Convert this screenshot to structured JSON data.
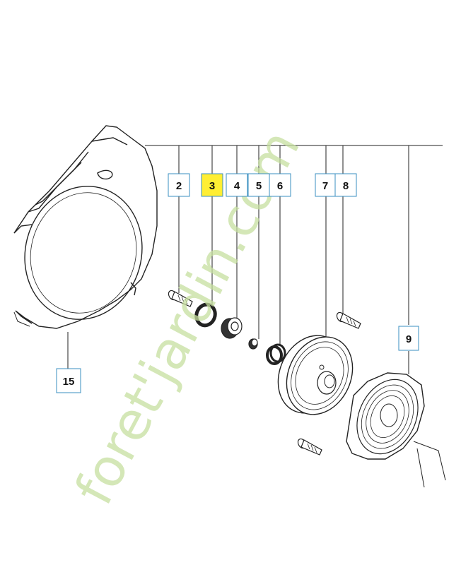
{
  "watermark": {
    "text": "foret'jardin.com",
    "color": "#c6df9f"
  },
  "colors": {
    "callout_border": "#3a8fc0",
    "highlight_fill": "#ffee33",
    "line": "#222222"
  },
  "callouts": [
    {
      "id": "2",
      "label": "2",
      "highlighted": false
    },
    {
      "id": "3",
      "label": "3",
      "highlighted": true
    },
    {
      "id": "4",
      "label": "4",
      "highlighted": false
    },
    {
      "id": "5",
      "label": "5",
      "highlighted": false
    },
    {
      "id": "6",
      "label": "6",
      "highlighted": false
    },
    {
      "id": "7",
      "label": "7",
      "highlighted": false
    },
    {
      "id": "8",
      "label": "8",
      "highlighted": false
    },
    {
      "id": "9",
      "label": "9",
      "highlighted": false
    },
    {
      "id": "15",
      "label": "15",
      "highlighted": false
    }
  ]
}
